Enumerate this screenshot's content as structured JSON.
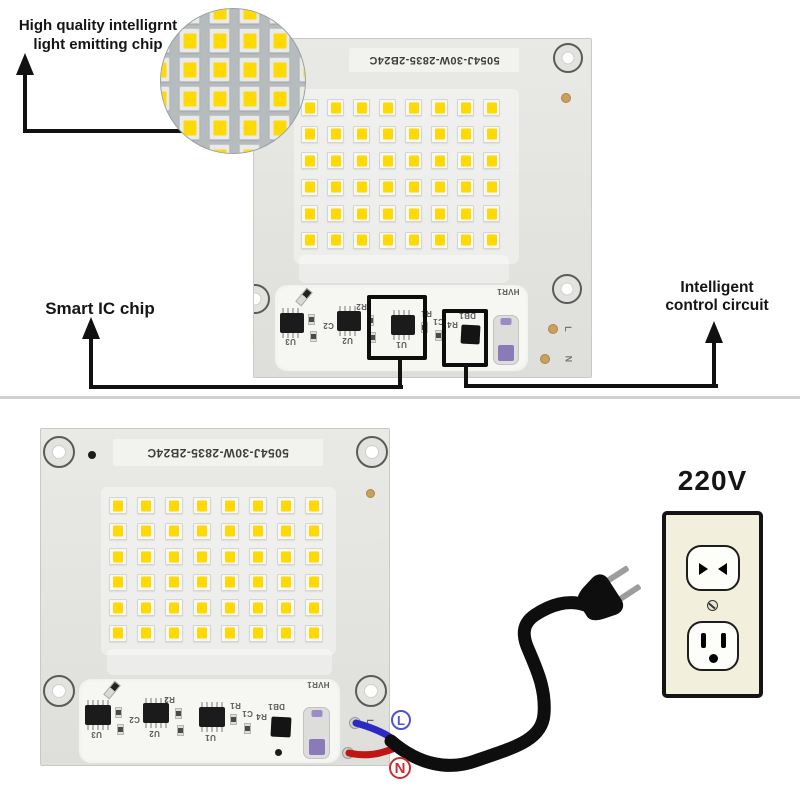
{
  "palette": {
    "led_yellow": "#ffd903",
    "board_gray": "#e6e6e3",
    "outlet_cream": "#f2efdc",
    "wire_blue": "#2b2bc4",
    "wire_red": "#c01515",
    "cable_black": "#0e0e0e",
    "live_blue": "#5353cf",
    "neutral_red": "#cc2f2f",
    "annotation_black": "#151515"
  },
  "top_section": {
    "callout_led_chip": {
      "line1": "High quality intelligrnt",
      "line2": "light emitting chip"
    },
    "callout_smart_ic": {
      "label": "Smart IC chip"
    },
    "callout_control": {
      "line1": "Intelligent",
      "line2": "control circuit"
    },
    "board": {
      "part_number": "5054J-30W-2835-2B24C",
      "led_grid": {
        "cols": 8,
        "rows": 6
      },
      "silkscreen": {
        "u3": "U3",
        "u2": "U2",
        "u1": "U1",
        "r2": "R2",
        "r1": "R1",
        "c2": "C2",
        "c1": "C1",
        "r4": "R4",
        "db1": "DB1",
        "hvr1": "HVR1",
        "live": "L",
        "neutral": "N"
      }
    },
    "magnifier": {
      "led_grid": {
        "cols": 6,
        "rows": 6
      }
    }
  },
  "bottom_section": {
    "board": {
      "part_number": "5054J-30W-2835-2B24C",
      "led_grid": {
        "cols": 8,
        "rows": 6
      },
      "silkscreen": {
        "u3": "U3",
        "u2": "U2",
        "u1": "U1",
        "r2": "R2",
        "r1": "R1",
        "c2": "C2",
        "c1": "C1",
        "r4": "R4",
        "db1": "DB1",
        "hvr1": "HVR1",
        "live": "L"
      }
    },
    "outlet": {
      "voltage": "220V"
    },
    "wiring": {
      "live": "L",
      "neutral": "N"
    }
  }
}
